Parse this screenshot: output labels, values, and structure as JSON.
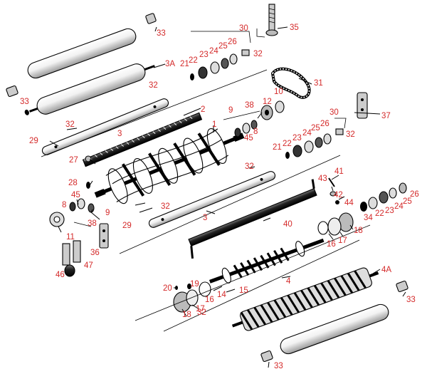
{
  "accent_color": "#d42a2a",
  "labels": {
    "l35": "35",
    "l33a": "33",
    "l33b": "33",
    "l33c": "33",
    "l33d": "33",
    "l30a": "30",
    "l30b": "30",
    "l21a": "21",
    "l22a": "22",
    "l23a": "23",
    "l24a": "24",
    "l25a": "25",
    "l26a": "26",
    "l32a": "32",
    "l3A": "3A",
    "l31": "31",
    "l10": "10",
    "l32b": "32",
    "l2": "2",
    "l38a": "38",
    "l9a": "9",
    "l12": "12",
    "l8a": "8",
    "l45a": "45",
    "l37": "37",
    "l1": "1",
    "l32c": "32",
    "l3a": "3",
    "l29a": "29",
    "l21b": "21",
    "l22b": "22",
    "l23b": "23",
    "l24b": "24",
    "l25b": "25",
    "l26b": "26",
    "l32d": "32",
    "l27": "27",
    "l28": "28",
    "l32e": "32",
    "l43": "43",
    "l41": "41",
    "l42": "42",
    "l44": "44",
    "l45b": "45",
    "l8b": "8",
    "l9b": "9",
    "l38b": "38",
    "l34": "34",
    "l22c": "22",
    "l23c": "23",
    "l24c": "24",
    "l25c": "25",
    "l26c": "26",
    "l32f": "32",
    "l29b": "29",
    "l3b": "3",
    "l40": "40",
    "l11": "11",
    "l18a": "18",
    "l16a": "16",
    "l17a": "17",
    "l36": "36",
    "l46": "46",
    "l47": "47",
    "l4": "4",
    "l4A": "4A",
    "l20": "20",
    "l19": "19",
    "l14": "14",
    "l15": "15",
    "l18b": "18",
    "l32g": "32",
    "l17b": "17",
    "l16b": "16"
  }
}
